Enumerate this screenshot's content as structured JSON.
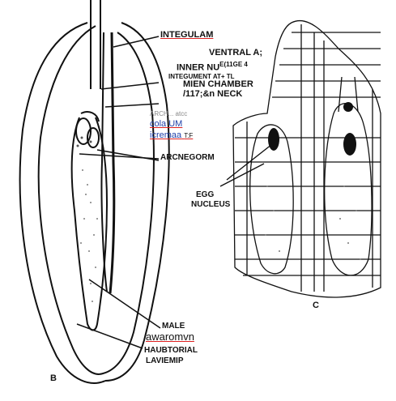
{
  "panels": {
    "b_letter": "B",
    "c_letter": "C"
  },
  "labels": {
    "integument": "INTEGULAM",
    "ventral": "VENTRAL A;",
    "inner_nu": "INNER NU",
    "inner_nu_sup": "E(11GE 4",
    "integument_small": "INTEGUMENT",
    "integument_small_tail": "AT+ TL",
    "mien_chamber": "MIEN CHAMBER",
    "neck": "/117;&n NECK",
    "faint_above": "ARCH... atcc",
    "colum": "cola UM",
    "icremaa": "icremaa",
    "icremaa_tail": "T:F",
    "arnegorm": "ARCNEGORM",
    "egg": "EGG",
    "nucleus": "NUCLEUS",
    "male": "MALE",
    "awaromvn": "awaromvn",
    "haubtorial": "HAUBTORIAL",
    "laviemip": "LAVIEMIP"
  },
  "colors": {
    "ink": "#111111",
    "underline": "#d22222",
    "blue_text": "#1f3fa8"
  }
}
